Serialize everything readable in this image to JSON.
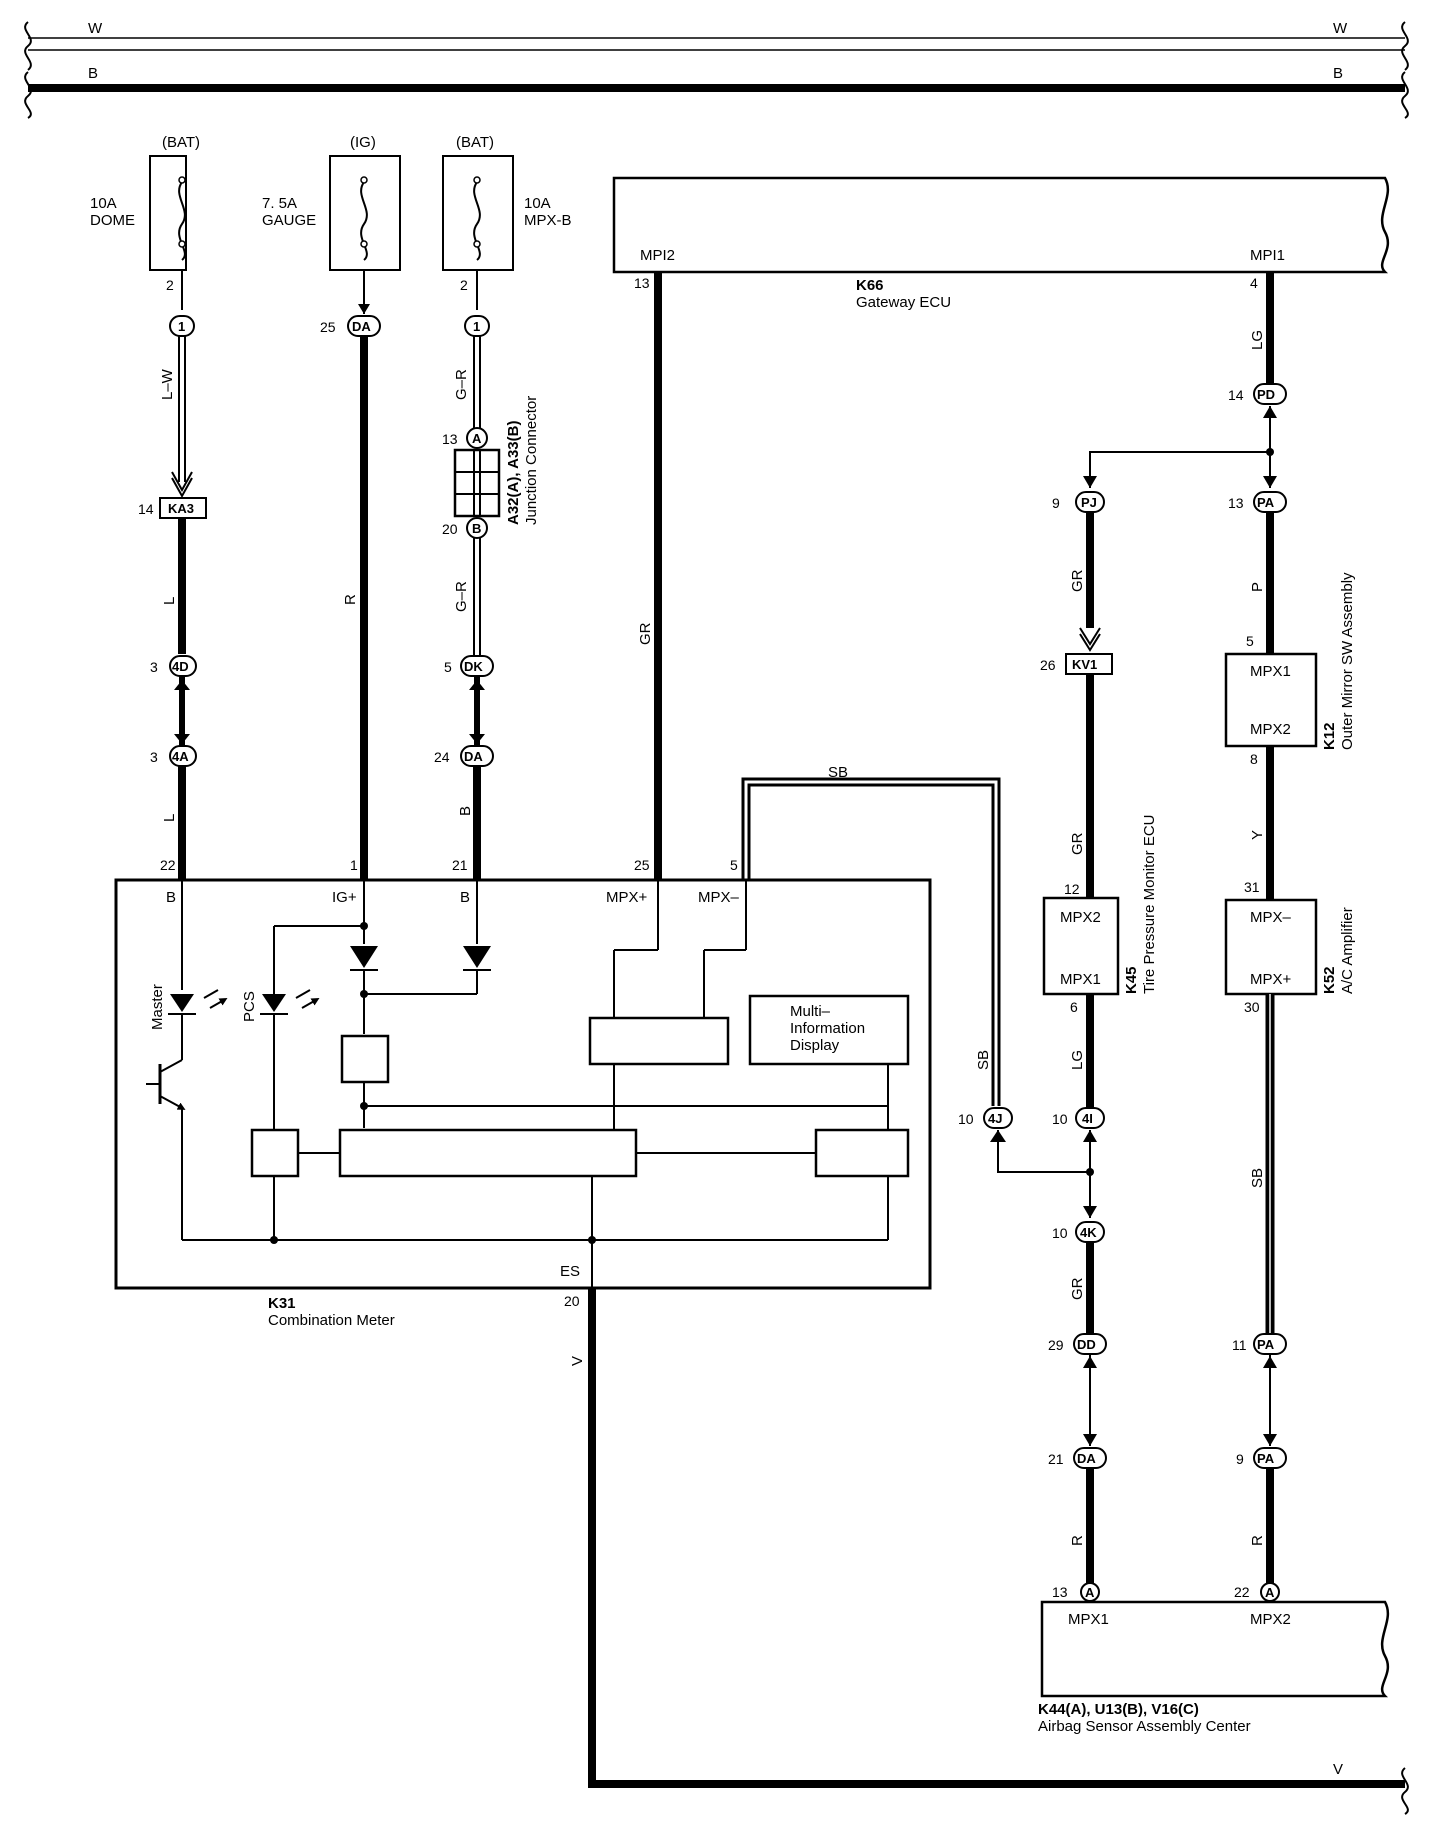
{
  "buses": {
    "w_label": "W",
    "b_label": "B",
    "v_label": "V"
  },
  "fuses": [
    {
      "supply": "(BAT)",
      "rating": "10A",
      "name": "DOME"
    },
    {
      "supply": "(IG)",
      "rating": "7. 5A",
      "name": "GAUGE"
    },
    {
      "supply": "(BAT)",
      "rating": "10A",
      "name": "MPX-B"
    }
  ],
  "gateway": {
    "code": "K66",
    "name": "Gateway ECU",
    "pin_left": "MPI2",
    "pin_right": "MPI1",
    "num_left": "13",
    "num_right": "4"
  },
  "meter": {
    "code": "K31",
    "name": "Combination Meter",
    "pins": {
      "b1": "B",
      "ig": "IG+",
      "b2": "B",
      "mpxp": "MPX+",
      "mpxm": "MPX–",
      "es": "ES"
    },
    "pin_nums": {
      "b1": "22",
      "ig": "1",
      "b2": "21",
      "mpxp": "25",
      "mpxm": "5",
      "es": "20"
    },
    "led_master": "Master",
    "led_pcs": "PCS",
    "mid_line1": "Multi–",
    "mid_line2": "Information",
    "mid_line3": "Display"
  },
  "junction": {
    "code": "A32(A), A33(B)",
    "name": "Junction Connector",
    "pin_a_num": "13",
    "pin_a": "A",
    "pin_b_num": "20",
    "pin_b": "B"
  },
  "tpm": {
    "code": "K45",
    "name": "Tire Pressure Monitor ECU",
    "pin_top": "MPX2",
    "pin_bot": "MPX1",
    "num_top": "12",
    "num_bot": "6"
  },
  "mirror": {
    "code": "K12",
    "name": "Outer Mirror SW Assembly",
    "pin_top": "MPX1",
    "pin_bot": "MPX2",
    "num_top": "5",
    "num_bot": "8"
  },
  "ac": {
    "code": "K52",
    "name": "A/C Amplifier",
    "pin_top": "MPX–",
    "pin_bot": "MPX+",
    "num_top": "31",
    "num_bot": "30"
  },
  "airbag": {
    "code": "K44(A), U13(B), V16(C)",
    "name": "Airbag Sensor Assembly Center",
    "pin_left": "MPX1",
    "pin_right": "MPX2",
    "num_left": "13",
    "num_right": "22",
    "conn_left": "A",
    "conn_right": "A"
  },
  "wire_colors": {
    "c1_top": "L–W",
    "c1_mid": "L",
    "c1_bot": "L",
    "c2": "R",
    "c3_top": "G–R",
    "c3_mid": "G–R",
    "c3_bot": "B",
    "c4": "GR",
    "sb_top": "SB",
    "sb_side": "SB",
    "v": "V",
    "k66": "LG",
    "tpm_top": "GR",
    "tpm_mid": "GR",
    "tpm_lg": "LG",
    "tpm_gr2": "GR",
    "tpm_r": "R",
    "mir_p": "P",
    "mir_y": "Y",
    "mir_sb": "SB",
    "mir_r": "R"
  },
  "connectors": {
    "c1_1": {
      "num": "2",
      "id": "1"
    },
    "c1_2": {
      "num": "14",
      "id": "KA3"
    },
    "c1_3": {
      "num": "3",
      "id": "4D"
    },
    "c1_4": {
      "num": "3",
      "id": "4A"
    },
    "c2_1": {
      "num": "25",
      "id": "DA"
    },
    "c3_1": {
      "num": "2",
      "id": "1"
    },
    "c3_2": {
      "num": "5",
      "id": "DK"
    },
    "c3_3": {
      "num": "24",
      "id": "DA"
    },
    "k66_1": {
      "num": "14",
      "id": "PD"
    },
    "t_1": {
      "num": "9",
      "id": "PJ"
    },
    "t_2": {
      "num": "26",
      "id": "KV1"
    },
    "t_3": {
      "num": "10",
      "id": "4I"
    },
    "t_4": {
      "num": "10",
      "id": "4K"
    },
    "t_5": {
      "num": "29",
      "id": "DD"
    },
    "t_6": {
      "num": "21",
      "id": "DA"
    },
    "m_1": {
      "num": "13",
      "id": "PA"
    },
    "m_2": {
      "num": "11",
      "id": "PA"
    },
    "m_3": {
      "num": "9",
      "id": "PA"
    },
    "sb_1": {
      "num": "10",
      "id": "4J"
    }
  }
}
